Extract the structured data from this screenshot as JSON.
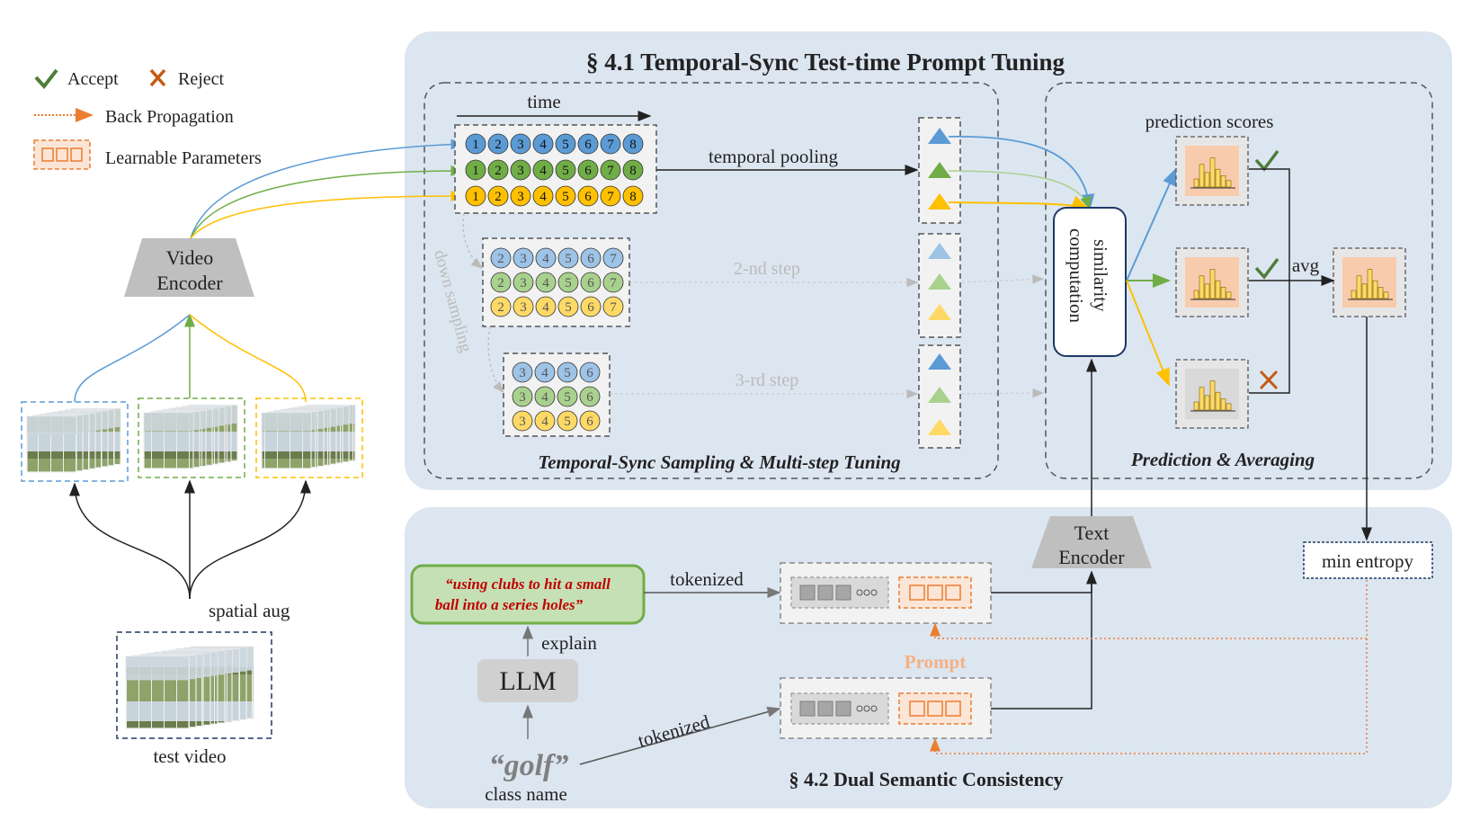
{
  "legend": {
    "accept": "Accept",
    "reject": "Reject",
    "backprop": "Back Propagation",
    "learnable": "Learnable Parameters"
  },
  "section41": {
    "title": "§ 4.1 Temporal-Sync Test-time Prompt Tuning",
    "sampling_title": "Temporal-Sync Sampling & Multi-step Tuning",
    "prediction_title": "Prediction & Averaging",
    "time": "time",
    "temporal_pooling": "temporal pooling",
    "down_sampling": "down sampling",
    "step2": "2-nd step",
    "step3": "3-rd step",
    "prediction_scores": "prediction scores",
    "similarity_line1": "similarity",
    "similarity_line2": "computation",
    "avg": "avg",
    "frames_row": [
      "1",
      "2",
      "3",
      "4",
      "5",
      "6",
      "7",
      "8"
    ],
    "frames_step2": [
      "2",
      "3",
      "4",
      "5",
      "6",
      "7"
    ],
    "frames_step3": [
      "3",
      "4",
      "5",
      "6"
    ]
  },
  "left": {
    "video_encoder_line1": "Video",
    "video_encoder_line2": "Encoder",
    "spatial_aug": "spatial aug",
    "test_video": "test video"
  },
  "section42": {
    "title": "§ 4.2 Dual Semantic Consistency",
    "explanation_line1": "“using clubs to hit a small",
    "explanation_line2": "ball into a series holes”",
    "tokenized_top": "tokenized",
    "tokenized_bottom": "tokenized",
    "explain": "explain",
    "llm": "LLM",
    "class_word": "“golf”",
    "class_name": "class name",
    "prompt": "Prompt",
    "text_encoder_line1": "Text",
    "text_encoder_line2": "Encoder",
    "min_entropy": "min entropy"
  },
  "colors": {
    "blue": "#5b9bd5",
    "green": "#70ad47",
    "yellow": "#ffc000",
    "orange": "#ed7d31",
    "panel": "#dce6f1",
    "accept": "#4e7d3a",
    "reject": "#c55a11",
    "red_text": "#c00000"
  }
}
